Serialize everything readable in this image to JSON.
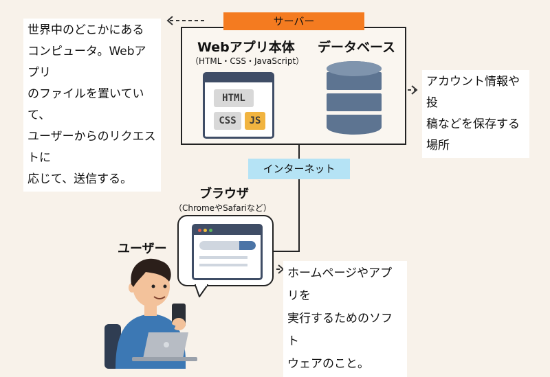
{
  "server": {
    "label": "サーバー",
    "description": [
      "世界中のどこかにある",
      "コンピュータ。Webアプリ",
      "のファイルを置いていて、",
      "ユーザーからのリクエストに",
      "応じて、送信する。"
    ]
  },
  "webapp": {
    "title": "Webアプリ本体",
    "subtitle": "（HTML・CSS・JavaScript）",
    "chips": {
      "html": "HTML",
      "css": "CSS",
      "js": "JS"
    }
  },
  "database": {
    "title": "データベース",
    "description": [
      "アカウント情報や投",
      "稿などを保存する",
      "場所"
    ]
  },
  "internet": {
    "label": "インターネット"
  },
  "browser": {
    "title": "ブラウザ",
    "subtitle": "（ChromeやSafariなど）",
    "description": [
      "ホームページやアプリを",
      "実行するためのソフト",
      "ウェアのこと。"
    ]
  },
  "user": {
    "label": "ユーザー"
  },
  "colors": {
    "server_tag": "#f47b20",
    "internet_tag": "#b5e3f5",
    "db": "#5d7491",
    "window": "#3f4d66",
    "js_chip": "#f1b440"
  }
}
